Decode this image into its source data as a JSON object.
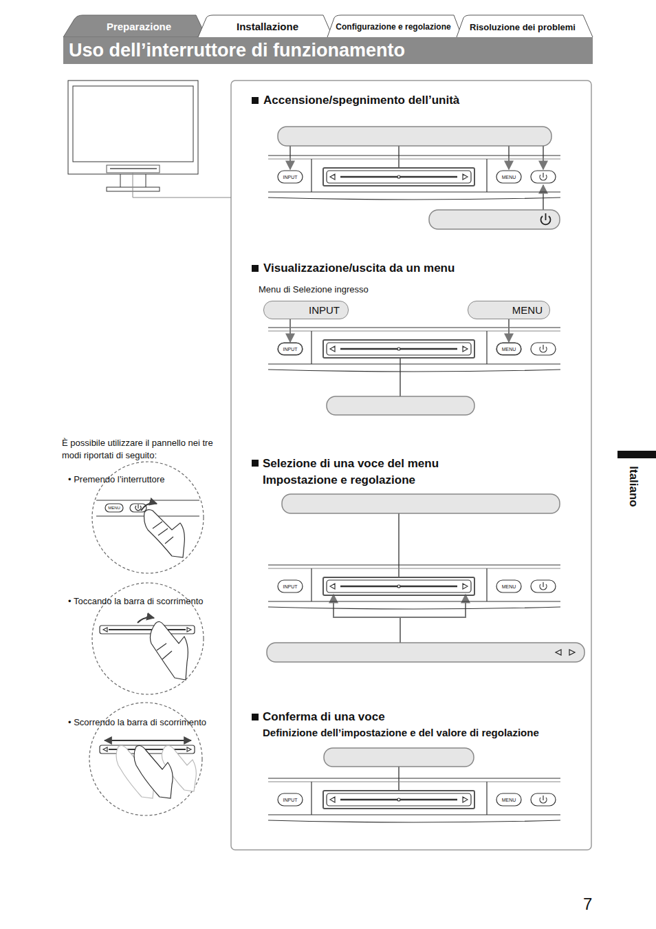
{
  "diagram": {
    "title": "Uso dell’interruttore di funzionamento",
    "nodes": [
      {
        "text": [
          "INPUT"
        ]
      },
      {
        "text": [
          "MENU"
        ]
      },
      {
        "text": [
          "INPUT"
        ]
      },
      {
        "text": [
          "MENU"
        ]
      }
    ],
    "edges": [
      {
        "from": 0,
        "to": 2,
        "arrow": "to"
      },
      {
        "from": 1,
        "to": 3,
        "arrow": "to"
      }
    ],
    "labels": [
      "Preparazione",
      "Installazione",
      "Configurazione e regolazione",
      "Risoluzione dei problemi",
      "Accensione/spegnimento dell’unità",
      "INPUT",
      "MENU",
      "Visualizzazione/uscita da un menu",
      "Menu di Selezione ingresso",
      "Selezione di una voce del menu Impostazione e regolazione",
      "INPUT",
      "MENU",
      "Conferma di una voce",
      "Definizione dell’impostazione e del valore di regolazione",
      "INPUT",
      "MENU",
      "È possibile utilizzare il pannello nei tre modi riportati di seguito:",
      "• Premendo l’interruttore",
      "MENU",
      "• Toccando la barra di scorrimento",
      "• Scorrendo la barra di scorrimento",
      "Italiano",
      "7"
    ]
  }
}
